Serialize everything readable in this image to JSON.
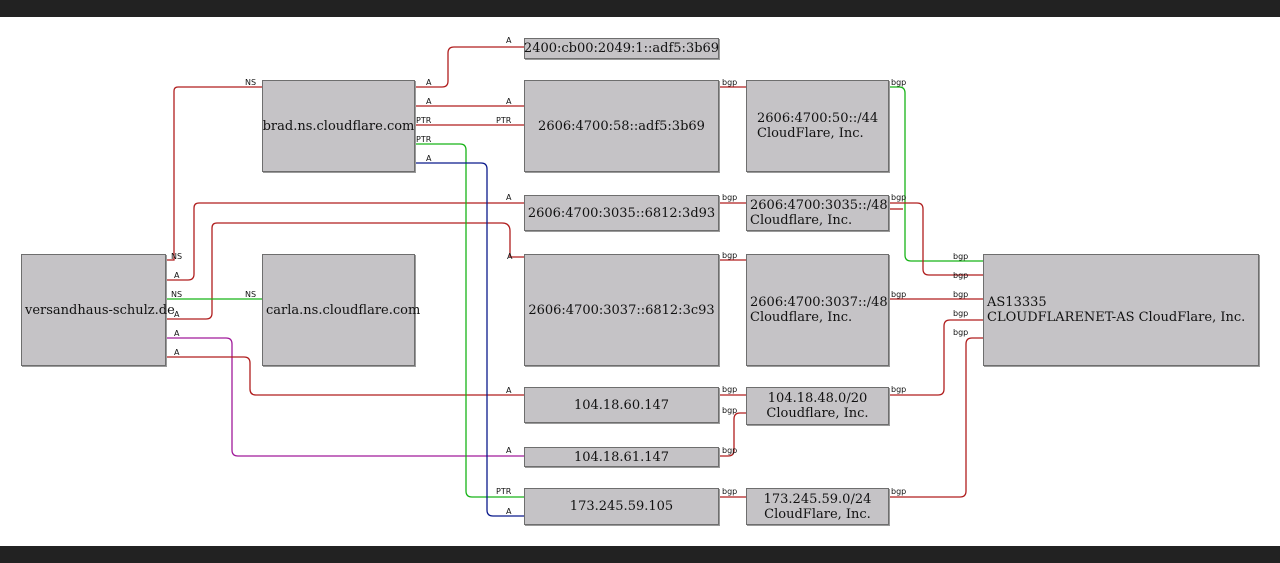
{
  "colors": {
    "record": "#b01e1e",
    "ns": "#b01e1e",
    "green": "#17b317",
    "blue": "#0a1a8c",
    "purple": "#a01a9a",
    "node_fill": "#c5c3c6"
  },
  "nodes": {
    "domain": {
      "lines": [
        "versandhaus-schulz.de"
      ]
    },
    "ns_brad": {
      "lines": [
        "brad.ns.cloudflare.com"
      ]
    },
    "ns_carla": {
      "lines": [
        "carla.ns.cloudflare.com"
      ]
    },
    "ip6_adf5_short": {
      "lines": [
        "2400:cb00:2049:1::adf5:3b69"
      ]
    },
    "ip6_58": {
      "lines": [
        "2606:4700:58::adf5:3b69"
      ]
    },
    "ip6_3035": {
      "lines": [
        "2606:4700:3035::6812:3d93"
      ]
    },
    "ip6_3037": {
      "lines": [
        "2606:4700:3037::6812:3c93"
      ]
    },
    "ip4_60": {
      "lines": [
        "104.18.60.147"
      ]
    },
    "ip4_61": {
      "lines": [
        "104.18.61.147"
      ]
    },
    "ip4_173": {
      "lines": [
        "173.245.59.105"
      ]
    },
    "net_50": {
      "lines": [
        "2606:4700:50::/44",
        "CloudFlare, Inc."
      ]
    },
    "net_3035": {
      "lines": [
        "2606:4700:3035::/48",
        "Cloudflare, Inc."
      ]
    },
    "net_3037": {
      "lines": [
        "2606:4700:3037::/48",
        "Cloudflare, Inc."
      ]
    },
    "net_104": {
      "lines": [
        "104.18.48.0/20",
        "Cloudflare, Inc."
      ]
    },
    "net_173": {
      "lines": [
        "173.245.59.0/24",
        "CloudFlare, Inc."
      ]
    },
    "asn": {
      "lines": [
        "AS13335",
        "CLOUDFLARENET-AS CloudFlare, Inc."
      ]
    }
  },
  "edge_labels": {
    "ns": "NS",
    "a": "A",
    "ptr": "PTR",
    "bgp": "bgp"
  }
}
